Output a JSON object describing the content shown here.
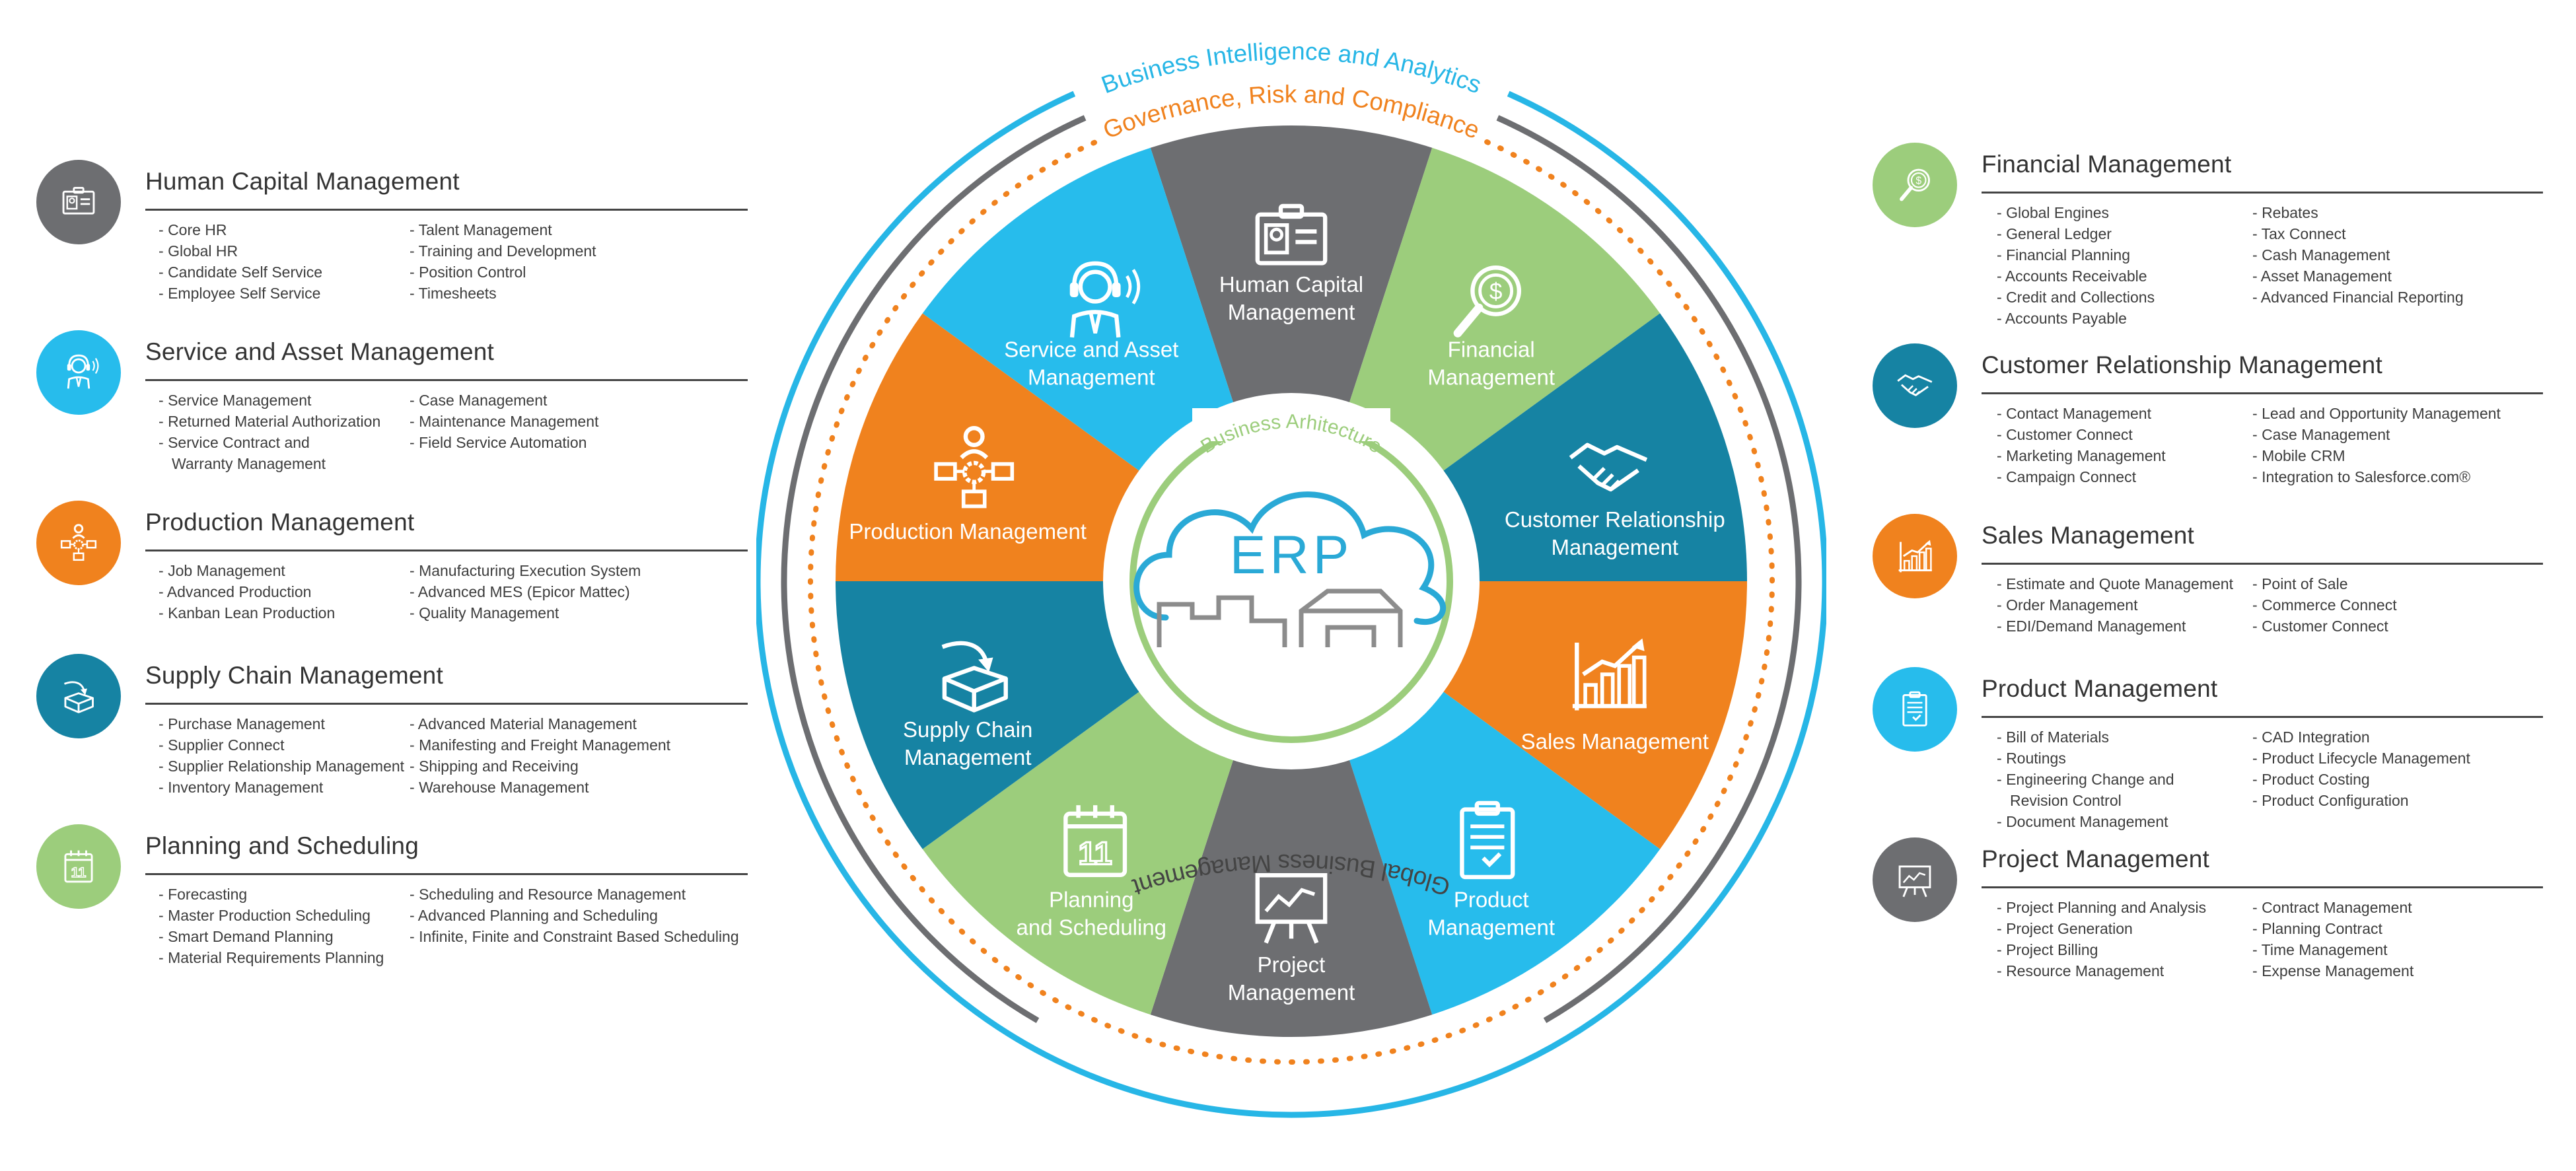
{
  "colors": {
    "gray": "#6d6e71",
    "green": "#9ccd7c",
    "teal": "#1683a3",
    "orange": "#f0821e",
    "blue": "#27bcec",
    "ring_blue": "#27b6e6",
    "ring_orange": "#f0821e",
    "ring_gray": "#6d6e71",
    "ring_green": "#9ccd7c"
  },
  "rings": {
    "outer": "Business Intelligence and Analytics",
    "middle": "Governance, Risk and Compliance",
    "bottom": "Global Business Management",
    "inner": "Business Arhitecture"
  },
  "center": {
    "label": "ERP"
  },
  "wheel": [
    {
      "line1": "Human Capital",
      "line2": "Management",
      "icon": "id-card-icon"
    },
    {
      "line1": "Financial",
      "line2": "Management",
      "icon": "magnifier-dollar-icon"
    },
    {
      "line1": "Customer Relationship",
      "line2": "Management",
      "icon": "handshake-icon"
    },
    {
      "line1": "Sales Management",
      "line2": "",
      "icon": "bar-chart-icon"
    },
    {
      "line1": "Product",
      "line2": "Management",
      "icon": "clipboard-icon"
    },
    {
      "line1": "Project",
      "line2": "Management",
      "icon": "presentation-board-icon"
    },
    {
      "line1": "Planning",
      "line2": "and Scheduling",
      "icon": "calendar-icon"
    },
    {
      "line1": "Supply Chain",
      "line2": "Management",
      "icon": "box-arrow-icon"
    },
    {
      "line1": "Production Management",
      "line2": "",
      "icon": "org-gear-icon"
    },
    {
      "line1": "Service and Asset",
      "line2": "Management",
      "icon": "headset-agent-icon"
    }
  ],
  "left_modules": [
    {
      "title": "Human Capital Management",
      "icon": "id-card-icon",
      "col1": [
        "Core HR",
        "Global HR",
        "Candidate Self Service",
        "Employee Self Service"
      ],
      "col2": [
        "Talent Management",
        "Training and Development",
        "Position Control",
        "Timesheets"
      ]
    },
    {
      "title": "Service and Asset Management",
      "icon": "headset-agent-icon",
      "col1": [
        "Service Management",
        "Returned Material Authorization",
        "Service Contract and",
        "Warranty Management"
      ],
      "col2": [
        "Case Management",
        "Maintenance Management",
        "Field Service Automation"
      ]
    },
    {
      "title": "Production Management",
      "icon": "org-gear-icon",
      "col1": [
        "Job Management",
        "Advanced Production",
        "Kanban Lean Production"
      ],
      "col2": [
        "Manufacturing Execution System",
        "Advanced MES (Epicor Mattec)",
        "Quality Management"
      ]
    },
    {
      "title": "Supply Chain Management",
      "icon": "box-arrow-icon",
      "col1": [
        "Purchase Management",
        "Supplier Connect",
        "Supplier Relationship Management",
        "Inventory Management"
      ],
      "col2": [
        "Advanced Material Management",
        "Manifesting and Freight Management",
        "Shipping  and Receiving",
        "Warehouse Management"
      ]
    },
    {
      "title": "Planning and Scheduling",
      "icon": "calendar-icon",
      "col1": [
        "Forecasting",
        "Master Production Scheduling",
        "Smart Demand Planning",
        "Material Requirements Planning"
      ],
      "col2": [
        "Scheduling and Resource Management",
        "Advanced Planning and Scheduling",
        "Infinite, Finite and Constraint Based Scheduling"
      ]
    }
  ],
  "right_modules": [
    {
      "title": "Financial Management",
      "icon": "magnifier-dollar-icon",
      "col1": [
        "Global Engines",
        "General Ledger",
        "Financial Planning",
        "Accounts Receivable",
        "Credit and Collections",
        "Accounts Payable"
      ],
      "col2": [
        "Rebates",
        "Tax Connect",
        "Cash Management",
        "Asset Management",
        "Advanced Financial Reporting"
      ]
    },
    {
      "title": "Customer Relationship Management",
      "icon": "handshake-icon",
      "col1": [
        "Contact Management",
        "Customer Connect",
        "Marketing Management",
        "Campaign Connect"
      ],
      "col2": [
        "Lead and Opportunity Management",
        "Case Management",
        "Mobile CRM",
        "Integration to Salesforce.com®"
      ]
    },
    {
      "title": "Sales Management",
      "icon": "bar-chart-icon",
      "col1": [
        "Estimate and Quote Management",
        "Order Management",
        "EDI/Demand Management"
      ],
      "col2": [
        "Point of Sale",
        "Commerce Connect",
        "Customer Connect"
      ]
    },
    {
      "title": "Product Management",
      "icon": "clipboard-icon",
      "col1": [
        "Bill of Materials",
        "Routings",
        "Engineering Change and",
        "Revision Control",
        "Document Management"
      ],
      "col2": [
        "CAD Integration",
        "Product Lifecycle Management",
        "Product Costing",
        "Product Configuration"
      ]
    },
    {
      "title": "Project Management",
      "icon": "presentation-board-icon",
      "col1": [
        "Project Planning and Analysis",
        "Project Generation",
        "Project Billing",
        "Resource Management"
      ],
      "col2": [
        "Contract Management",
        "Planning Contract",
        "Time Management",
        "Expense Management"
      ]
    }
  ]
}
